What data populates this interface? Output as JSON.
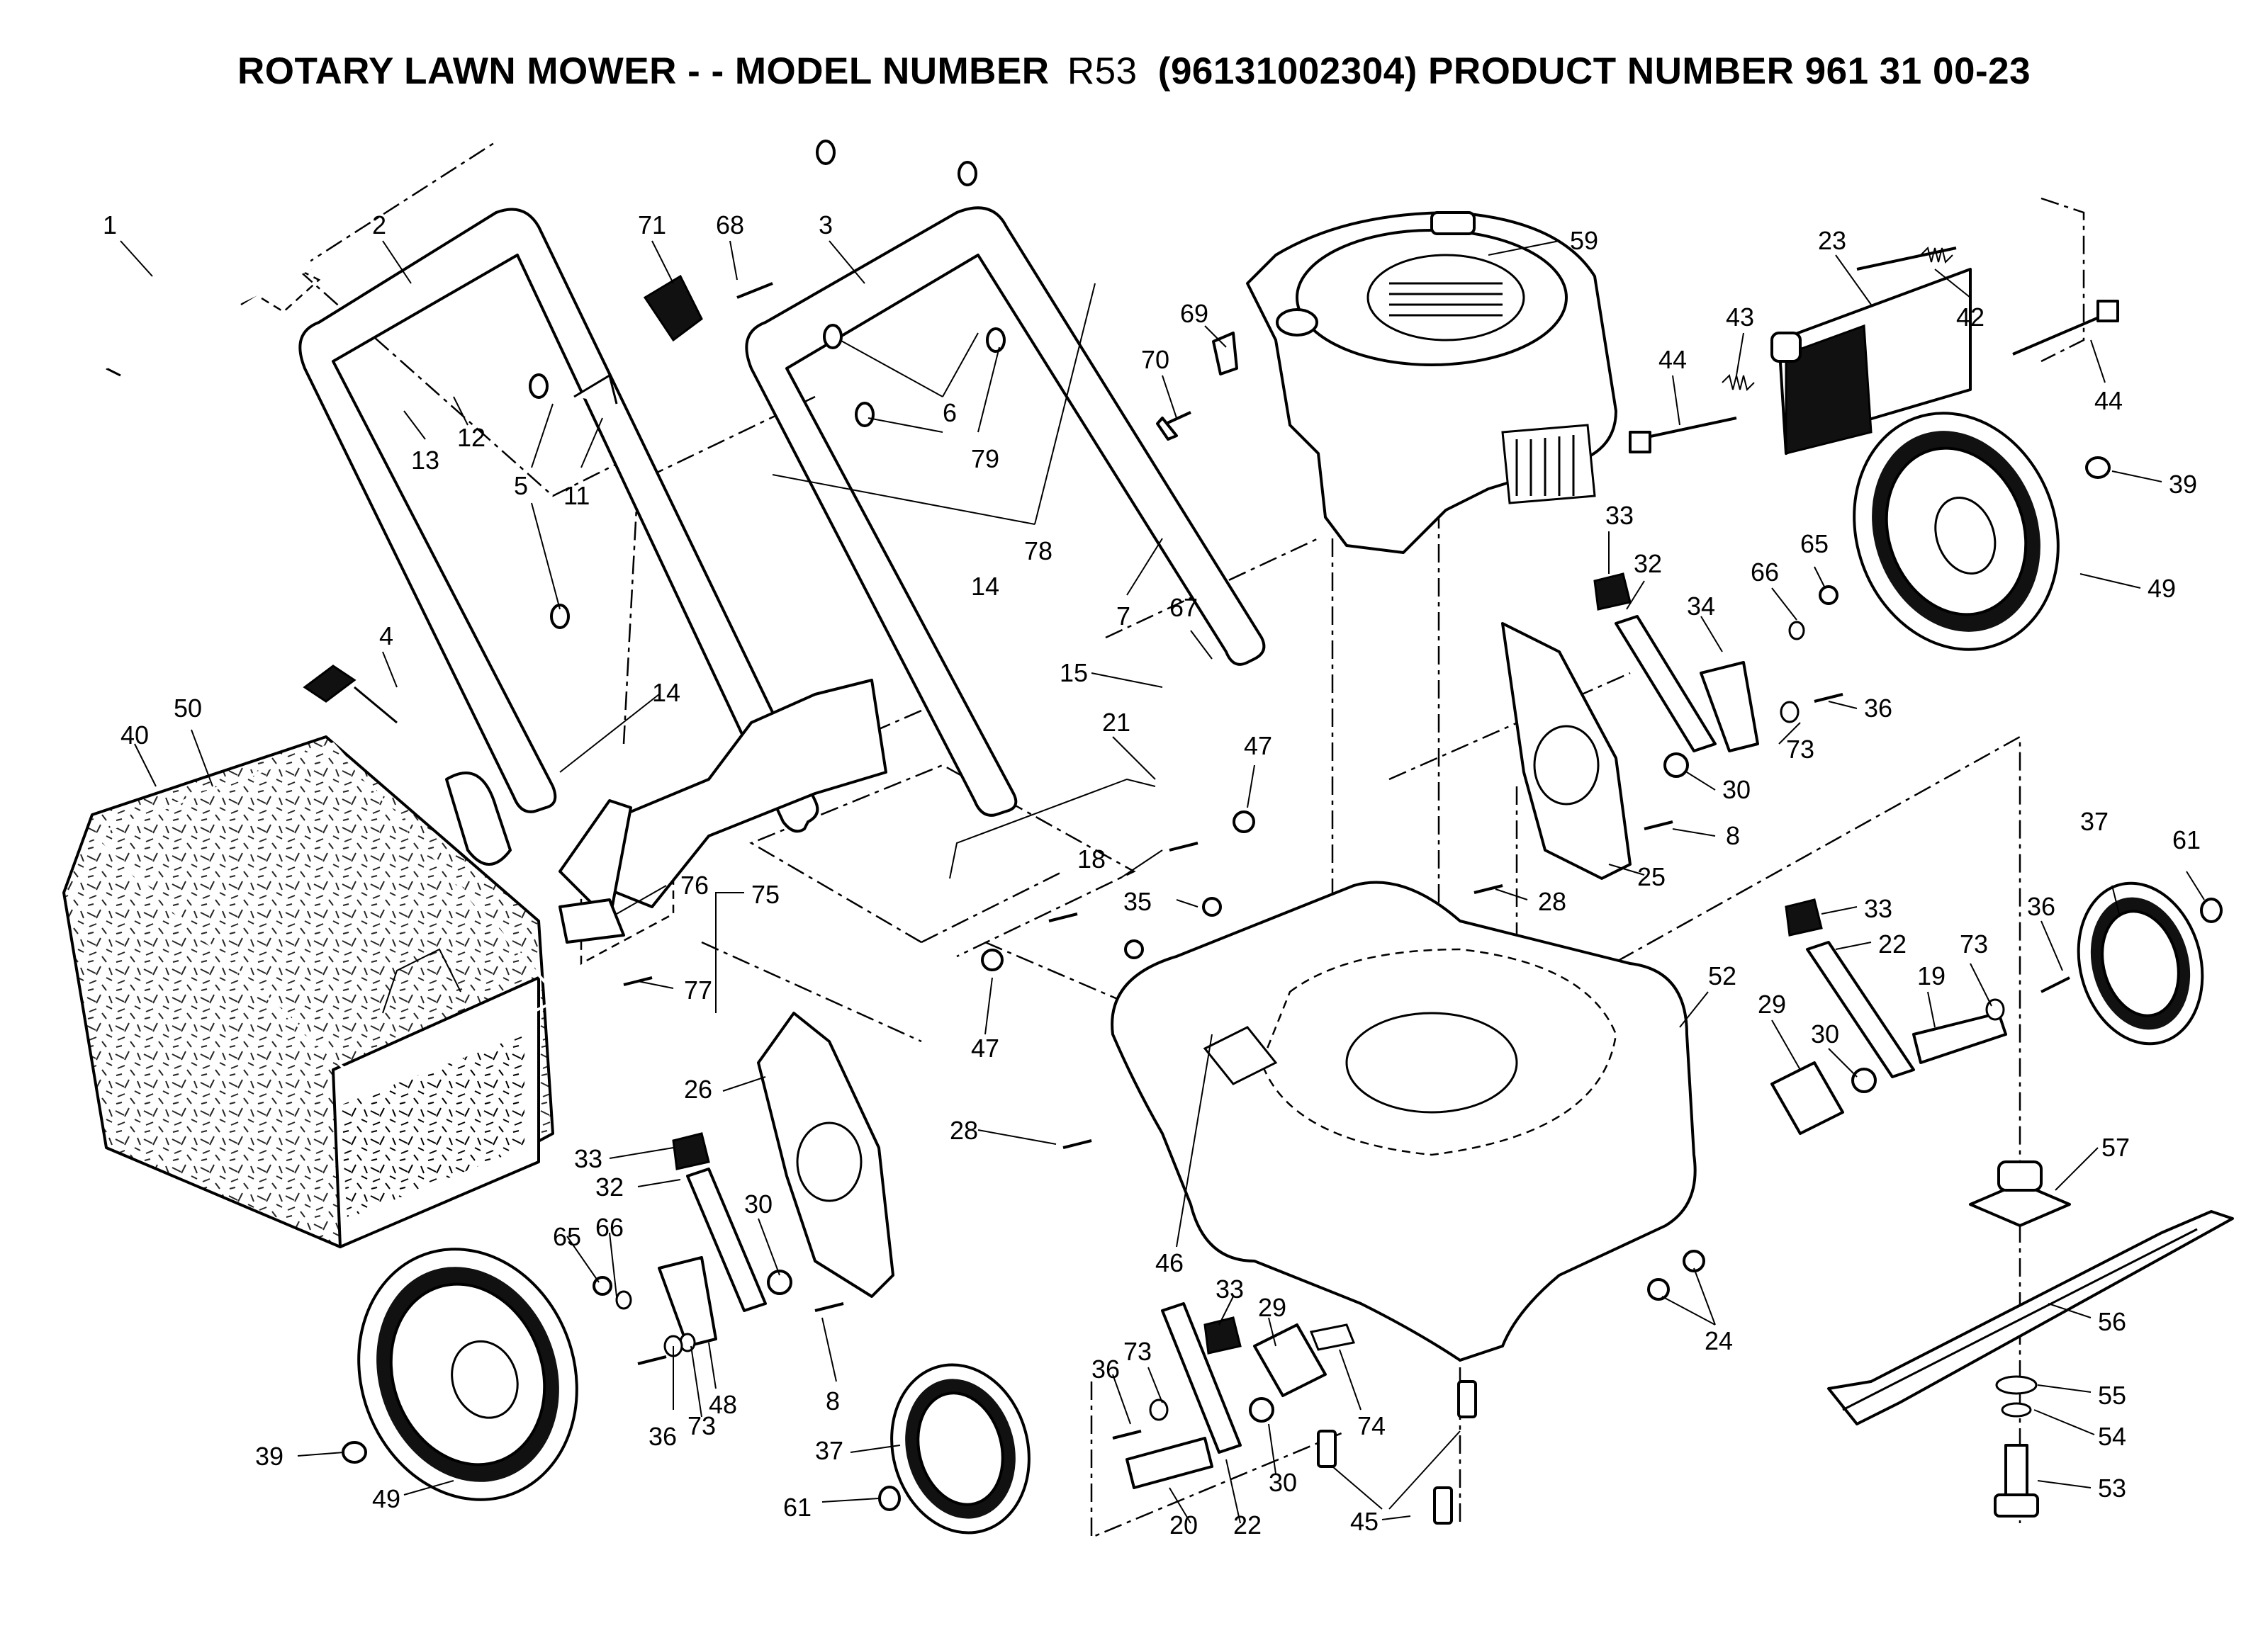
{
  "title": {
    "prefix": "ROTARY LAWN MOWER - - MODEL NUMBER",
    "model": "R53",
    "suffix": "(96131002304) PRODUCT NUMBER 961 31 00-23"
  },
  "callouts": [
    {
      "id": "c1",
      "label": "1"
    },
    {
      "id": "c2",
      "label": "2"
    },
    {
      "id": "c71",
      "label": "71"
    },
    {
      "id": "c68",
      "label": "68"
    },
    {
      "id": "c3",
      "label": "3"
    },
    {
      "id": "c59",
      "label": "59"
    },
    {
      "id": "c23",
      "label": "23"
    },
    {
      "id": "c69",
      "label": "69"
    },
    {
      "id": "c70",
      "label": "70"
    },
    {
      "id": "c43",
      "label": "43"
    },
    {
      "id": "c42",
      "label": "42"
    },
    {
      "id": "c44a",
      "label": "44"
    },
    {
      "id": "c44b",
      "label": "44"
    },
    {
      "id": "c13",
      "label": "13"
    },
    {
      "id": "c12",
      "label": "12"
    },
    {
      "id": "c6",
      "label": "6"
    },
    {
      "id": "c79",
      "label": "79"
    },
    {
      "id": "c5",
      "label": "5"
    },
    {
      "id": "c11",
      "label": "11"
    },
    {
      "id": "c78",
      "label": "78"
    },
    {
      "id": "c39a",
      "label": "39"
    },
    {
      "id": "c33a",
      "label": "33"
    },
    {
      "id": "c32a",
      "label": "32"
    },
    {
      "id": "c65a",
      "label": "65"
    },
    {
      "id": "c66a",
      "label": "66"
    },
    {
      "id": "c34",
      "label": "34"
    },
    {
      "id": "c49a",
      "label": "49"
    },
    {
      "id": "c14a",
      "label": "14"
    },
    {
      "id": "c7",
      "label": "7"
    },
    {
      "id": "c67",
      "label": "67"
    },
    {
      "id": "c4",
      "label": "4"
    },
    {
      "id": "c15",
      "label": "15"
    },
    {
      "id": "c36a",
      "label": "36"
    },
    {
      "id": "c14b",
      "label": "14"
    },
    {
      "id": "c73a",
      "label": "73"
    },
    {
      "id": "c21",
      "label": "21"
    },
    {
      "id": "c47a",
      "label": "47"
    },
    {
      "id": "c30a",
      "label": "30"
    },
    {
      "id": "c40",
      "label": "40"
    },
    {
      "id": "c50",
      "label": "50"
    },
    {
      "id": "c8a",
      "label": "8"
    },
    {
      "id": "c37a",
      "label": "37"
    },
    {
      "id": "c61a",
      "label": "61"
    },
    {
      "id": "c18",
      "label": "18"
    },
    {
      "id": "c25",
      "label": "25"
    },
    {
      "id": "c76",
      "label": "76"
    },
    {
      "id": "c75",
      "label": "75"
    },
    {
      "id": "c35",
      "label": "35"
    },
    {
      "id": "c28a",
      "label": "28"
    },
    {
      "id": "c33b",
      "label": "33"
    },
    {
      "id": "c36b",
      "label": "36"
    },
    {
      "id": "c22a",
      "label": "22"
    },
    {
      "id": "c73b",
      "label": "73"
    },
    {
      "id": "c77",
      "label": "77"
    },
    {
      "id": "c52",
      "label": "52"
    },
    {
      "id": "c19",
      "label": "19"
    },
    {
      "id": "c29a",
      "label": "29"
    },
    {
      "id": "c47b",
      "label": "47"
    },
    {
      "id": "c30b",
      "label": "30"
    },
    {
      "id": "c26",
      "label": "26"
    },
    {
      "id": "c28b",
      "label": "28"
    },
    {
      "id": "c57",
      "label": "57"
    },
    {
      "id": "c33c",
      "label": "33"
    },
    {
      "id": "c32b",
      "label": "32"
    },
    {
      "id": "c30c",
      "label": "30"
    },
    {
      "id": "c65b",
      "label": "65"
    },
    {
      "id": "c66b",
      "label": "66"
    },
    {
      "id": "c46",
      "label": "46"
    },
    {
      "id": "c33d",
      "label": "33"
    },
    {
      "id": "c29b",
      "label": "29"
    },
    {
      "id": "c24",
      "label": "24"
    },
    {
      "id": "c56",
      "label": "56"
    },
    {
      "id": "c73c",
      "label": "73"
    },
    {
      "id": "c8b",
      "label": "8"
    },
    {
      "id": "c48",
      "label": "48"
    },
    {
      "id": "c36c",
      "label": "36"
    },
    {
      "id": "c73d",
      "label": "73"
    },
    {
      "id": "c36d",
      "label": "36"
    },
    {
      "id": "c74",
      "label": "74"
    },
    {
      "id": "c55",
      "label": "55"
    },
    {
      "id": "c39b",
      "label": "39"
    },
    {
      "id": "c37b",
      "label": "37"
    },
    {
      "id": "c30d",
      "label": "30"
    },
    {
      "id": "c54",
      "label": "54"
    },
    {
      "id": "c49b",
      "label": "49"
    },
    {
      "id": "c61b",
      "label": "61"
    },
    {
      "id": "c20",
      "label": "20"
    },
    {
      "id": "c22b",
      "label": "22"
    },
    {
      "id": "c45",
      "label": "45"
    },
    {
      "id": "c53",
      "label": "53"
    }
  ]
}
